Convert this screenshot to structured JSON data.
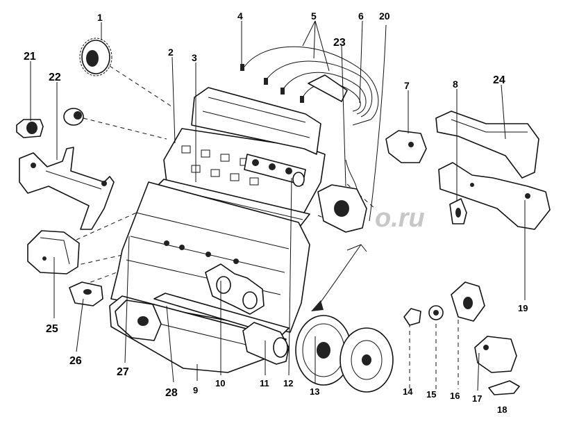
{
  "watermark": "o.ru",
  "callouts": [
    {
      "id": "1",
      "label": "1"
    },
    {
      "id": "2",
      "label": "2"
    },
    {
      "id": "3",
      "label": "3"
    },
    {
      "id": "4",
      "label": "4"
    },
    {
      "id": "5",
      "label": "5"
    },
    {
      "id": "6",
      "label": "6"
    },
    {
      "id": "7",
      "label": "7"
    },
    {
      "id": "8",
      "label": "8"
    },
    {
      "id": "9",
      "label": "9"
    },
    {
      "id": "10",
      "label": "10"
    },
    {
      "id": "11",
      "label": "11"
    },
    {
      "id": "12",
      "label": "12"
    },
    {
      "id": "13",
      "label": "13"
    },
    {
      "id": "14",
      "label": "14"
    },
    {
      "id": "15",
      "label": "15"
    },
    {
      "id": "16",
      "label": "16"
    },
    {
      "id": "17",
      "label": "17"
    },
    {
      "id": "18",
      "label": "18"
    },
    {
      "id": "19",
      "label": "19"
    },
    {
      "id": "20",
      "label": "20"
    },
    {
      "id": "21",
      "label": "21"
    },
    {
      "id": "22",
      "label": "22"
    },
    {
      "id": "23",
      "label": "23"
    },
    {
      "id": "24",
      "label": "24"
    },
    {
      "id": "25",
      "label": "25"
    },
    {
      "id": "26",
      "label": "26"
    },
    {
      "id": "27",
      "label": "27"
    },
    {
      "id": "28",
      "label": "28"
    }
  ]
}
